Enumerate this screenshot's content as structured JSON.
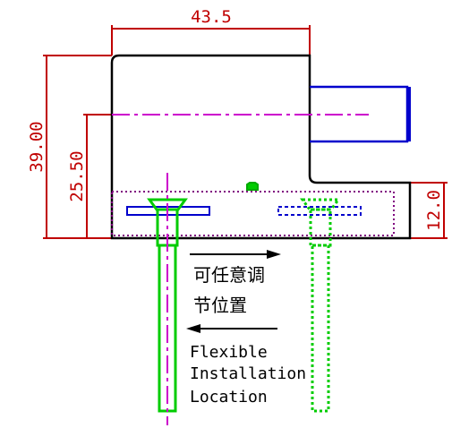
{
  "dimensions": {
    "total_width": "43.5",
    "total_height": "39.00",
    "center_height": "25.50",
    "step_height": "12.0"
  },
  "notes": {
    "cn_line1": "可任意调",
    "cn_line2": "节位置",
    "en_line1": "Flexible",
    "en_line2": "Installation",
    "en_line3": "Location"
  },
  "colors": {
    "dimension": "#c00000",
    "outline": "#000000",
    "shaft": "#0000cc",
    "screw": "#00cc00",
    "centerline": "#cc00cc",
    "hidden": "#800080"
  }
}
